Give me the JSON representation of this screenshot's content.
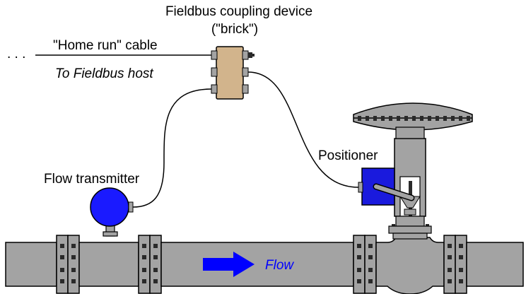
{
  "labels": {
    "coupling_title_line1": "Fieldbus coupling device",
    "coupling_title_line2": "(\"brick\")",
    "home_run_dots": ". . .",
    "home_run_cable": "\"Home run\" cable",
    "fieldbus_host": "To Fieldbus host",
    "flow_transmitter": "Flow transmitter",
    "positioner": "Positioner",
    "flow": "Flow"
  },
  "colors": {
    "pipe": "#a3a3a3",
    "brick": "#d2b48c",
    "transmitter": "#1a1aff",
    "positioner": "#1a1add",
    "flow_arrow": "#0000ff",
    "bolt": "#2a2a2a",
    "cable": "#000000"
  },
  "icons": {
    "brick": "fieldbus-brick-icon",
    "transmitter": "flow-transmitter-icon",
    "valve": "control-valve-icon",
    "positioner": "positioner-icon",
    "flow_arrow": "flow-arrow-icon"
  }
}
